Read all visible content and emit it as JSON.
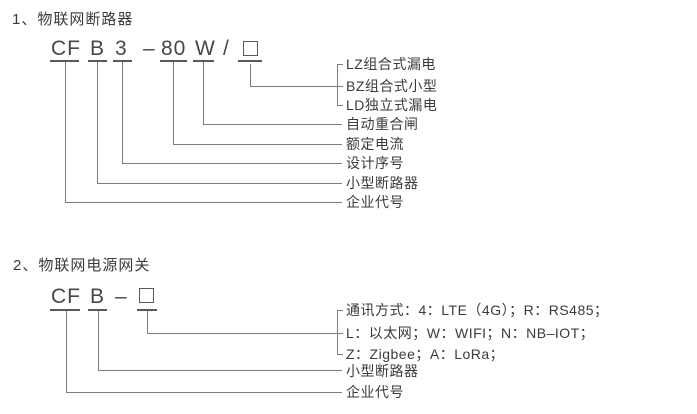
{
  "sections": [
    {
      "title": "1、物联网断路器",
      "model": {
        "company_code": "CF",
        "breaker_code": "B",
        "design_serial": "3",
        "dash": "–",
        "rated_current": "80",
        "recloser_code": "W",
        "slash": "/",
        "box_symbol": ""
      },
      "labels": [
        "LZ组合式漏电",
        "BZ组合式小型",
        "LD独立式漏电",
        "自动重合闸",
        "额定电流",
        "设计序号",
        "小型断路器",
        "企业代号"
      ]
    },
    {
      "title": "2、物联网电源网关",
      "model": {
        "company_code": "CF",
        "breaker_code": "B",
        "dash": "–",
        "box_symbol": ""
      },
      "labels": [
        "通讯方式：4：LTE（4G）；R：RS485；",
        "L：以太网；W：WIFI；N：NB–IOT；",
        "Z：Zigbee；A：LoRa；",
        "小型断路器",
        "企业代号"
      ]
    }
  ],
  "colors": {
    "text": "#3b3b3b",
    "line": "#7d7d7d",
    "underline": "#5a5a5a"
  }
}
